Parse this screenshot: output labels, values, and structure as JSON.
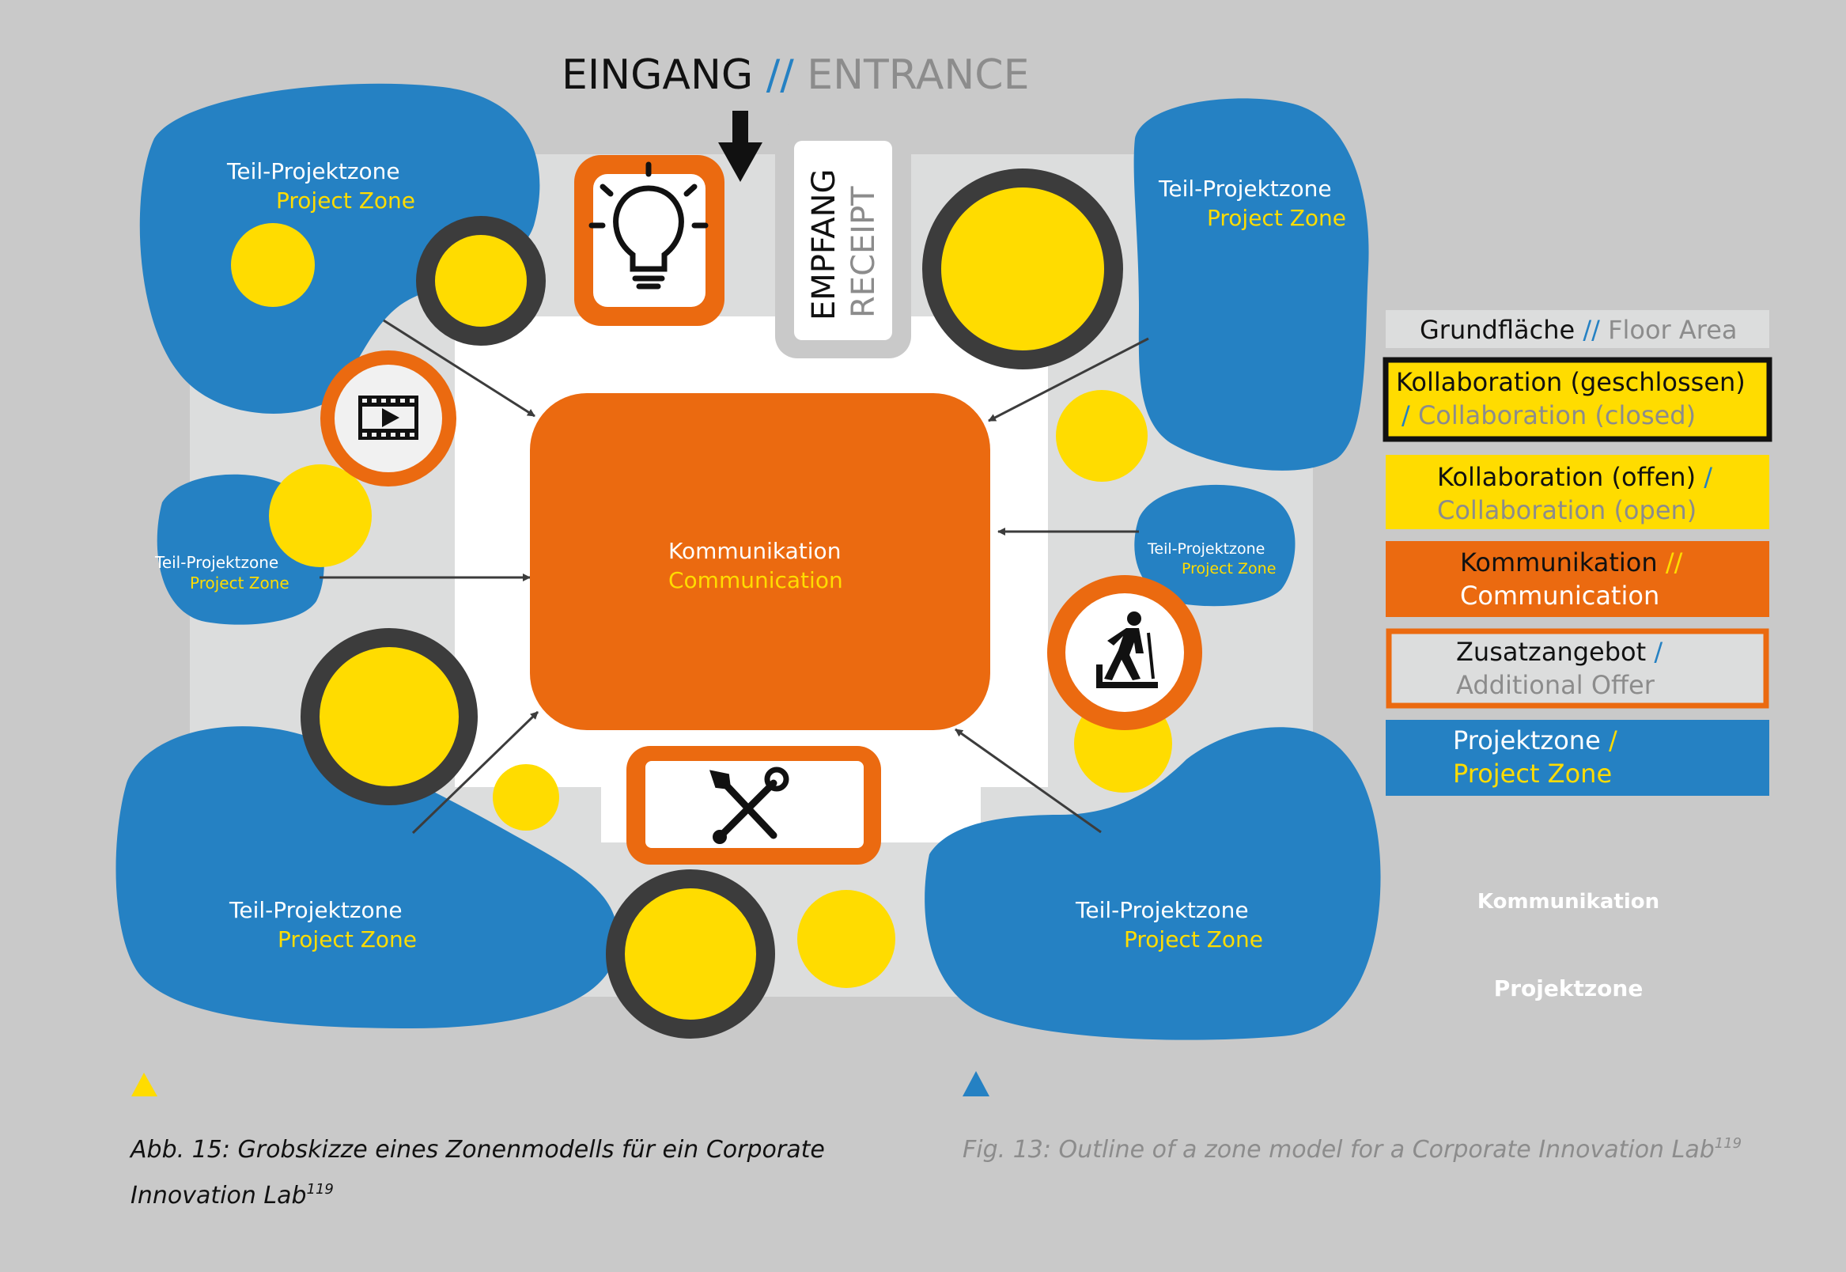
{
  "entrance": {
    "de": "EINGANG",
    "sep": "//",
    "en": "ENTRANCE"
  },
  "reception": {
    "de": "EMPFANG",
    "en": "RECEIPT"
  },
  "zones": {
    "top_left": {
      "de": "Teil-Projektzone",
      "en": "Project Zone"
    },
    "top_right": {
      "de": "Teil-Projektzone",
      "en": "Project Zone"
    },
    "mid_left": {
      "de": "Teil-Projektzone",
      "en": "Project Zone"
    },
    "mid_right": {
      "de": "Teil-Projektzone",
      "en": "Project Zone"
    },
    "bottom_left": {
      "de": "Teil-Projektzone",
      "en": "Project Zone"
    },
    "bottom_right": {
      "de": "Teil-Projektzone",
      "en": "Project Zone"
    }
  },
  "center": {
    "de": "Kommunikation",
    "en": "Communication"
  },
  "icons": [
    "lightbulb-icon",
    "film-play-icon",
    "hiker-treadmill-icon",
    "tools-icon"
  ],
  "legend": {
    "floor": {
      "de": "Grundfläche",
      "sep": "//",
      "en": "Floor Area"
    },
    "closed": {
      "de": "Kollaboration (geschlossen)",
      "sep": "/",
      "en": "Collaboration (closed)"
    },
    "open": {
      "de": "Kollaboration (offen)",
      "sep": "/",
      "en": "Collaboration (open)"
    },
    "comm": {
      "de": "Kommunikation",
      "sep": "//",
      "en": "Communication"
    },
    "extra": {
      "de": "Zusatzangebot",
      "sep": "/",
      "en": "Additional Offer"
    },
    "project": {
      "de": "Projektzone",
      "sep": "/",
      "en": "Project Zone"
    }
  },
  "extra_labels": {
    "kommunikation": "Kommunikation",
    "projektzone": "Projektzone"
  },
  "captions": {
    "de_line1": "Abb. 15: Grobskizze eines Zonenmodells für ein Corporate",
    "de_line2": "Innovation Lab",
    "de_sup": "119",
    "en_line": "Fig. 13: Outline of a zone model for a Corporate Innovation Lab",
    "en_sup": "119"
  },
  "colors": {
    "background": "#c9c9c9",
    "floor": "#dcdddd",
    "white": "#ffffff",
    "blue": "#2581c3",
    "yellow": "#ffdc00",
    "orange": "#eb6a10",
    "dark": "#3c3c3c",
    "gray_text": "#8c8c8c"
  }
}
